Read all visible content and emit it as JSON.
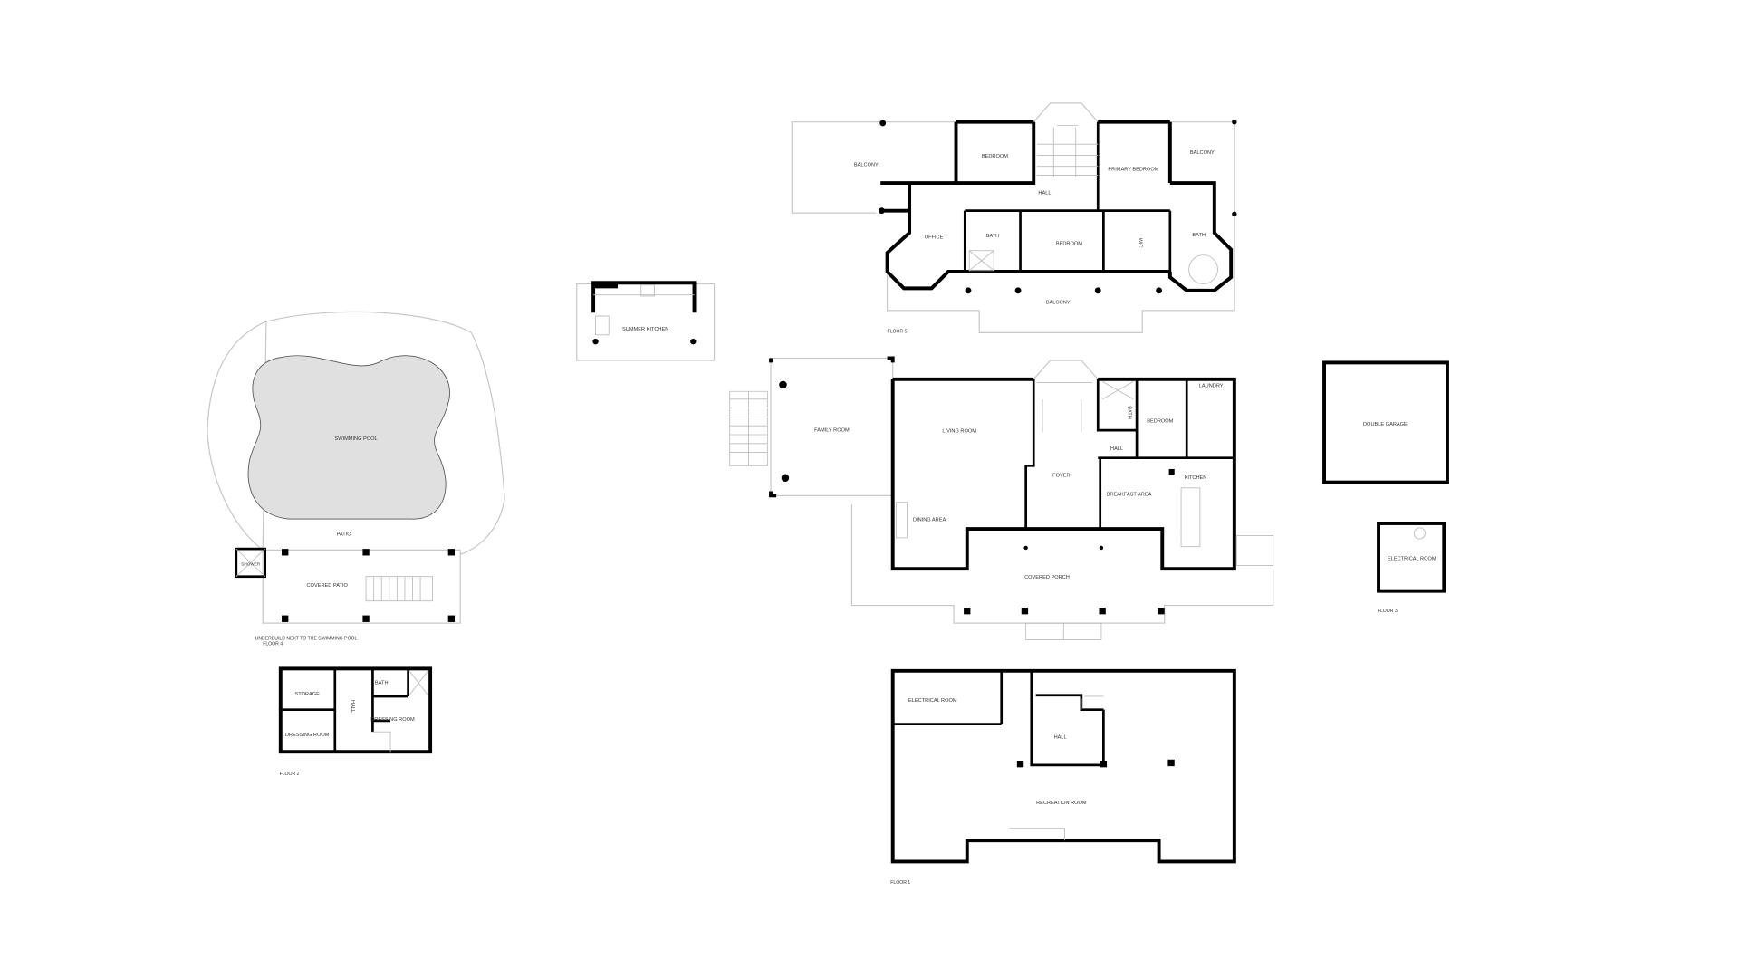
{
  "floor5": {
    "floor_label": "FLOOR 5",
    "rooms": {
      "balcony_left": "BALCONY",
      "bedroom_1": "BEDROOM",
      "hall": "HALL",
      "primary_bedroom": "PRIMARY BEDROOM",
      "balcony_right": "BALCONY",
      "office": "OFFICE",
      "bath_1": "BATH",
      "bedroom_2": "BEDROOM",
      "wic": "WIC",
      "bath_2": "BATH",
      "balcony_front": "BALCONY"
    }
  },
  "summer_kitchen": {
    "label": "SUMMER KITCHEN"
  },
  "pool_area": {
    "pool": "SWIMMING POOL",
    "patio": "PATIO",
    "covered_patio": "COVERED PATIO",
    "shower": "SHOWER",
    "caption": "UNDERBUILD NEXT TO THE SWIMMING POOL",
    "floor_label": "FLOOR 4",
    "pool_fill": "#e0e0e0"
  },
  "floor2": {
    "floor_label": "FLOOR 2",
    "rooms": {
      "storage": "STORAGE",
      "hall": "HALL",
      "bath": "BATH",
      "dressing_room_right": "DRESSING ROOM",
      "dressing_room_left": "DRESSING ROOM"
    }
  },
  "floor3": {
    "rooms": {
      "family_room": "FAMILY ROOM",
      "living_room": "LIVING ROOM",
      "foyer": "FOYER",
      "bath": "BATH",
      "bedroom": "BEDROOM",
      "hall": "HALL",
      "laundry": "LAUNDRY",
      "kitchen": "KITCHEN",
      "breakfast_area": "BREAKFAST AREA",
      "dining_area": "DINING AREA",
      "covered_porch": "COVERED PORCH"
    }
  },
  "garage": {
    "double_garage": "DOUBLE GARAGE",
    "electrical_room": "ELECTRICAL ROOM",
    "floor_label": "FLOOR 3"
  },
  "floor1": {
    "floor_label": "FLOOR 1",
    "rooms": {
      "electrical_room": "ELECTRICAL ROOM",
      "hall": "HALL",
      "recreation_room": "RECREATION ROOM"
    }
  }
}
